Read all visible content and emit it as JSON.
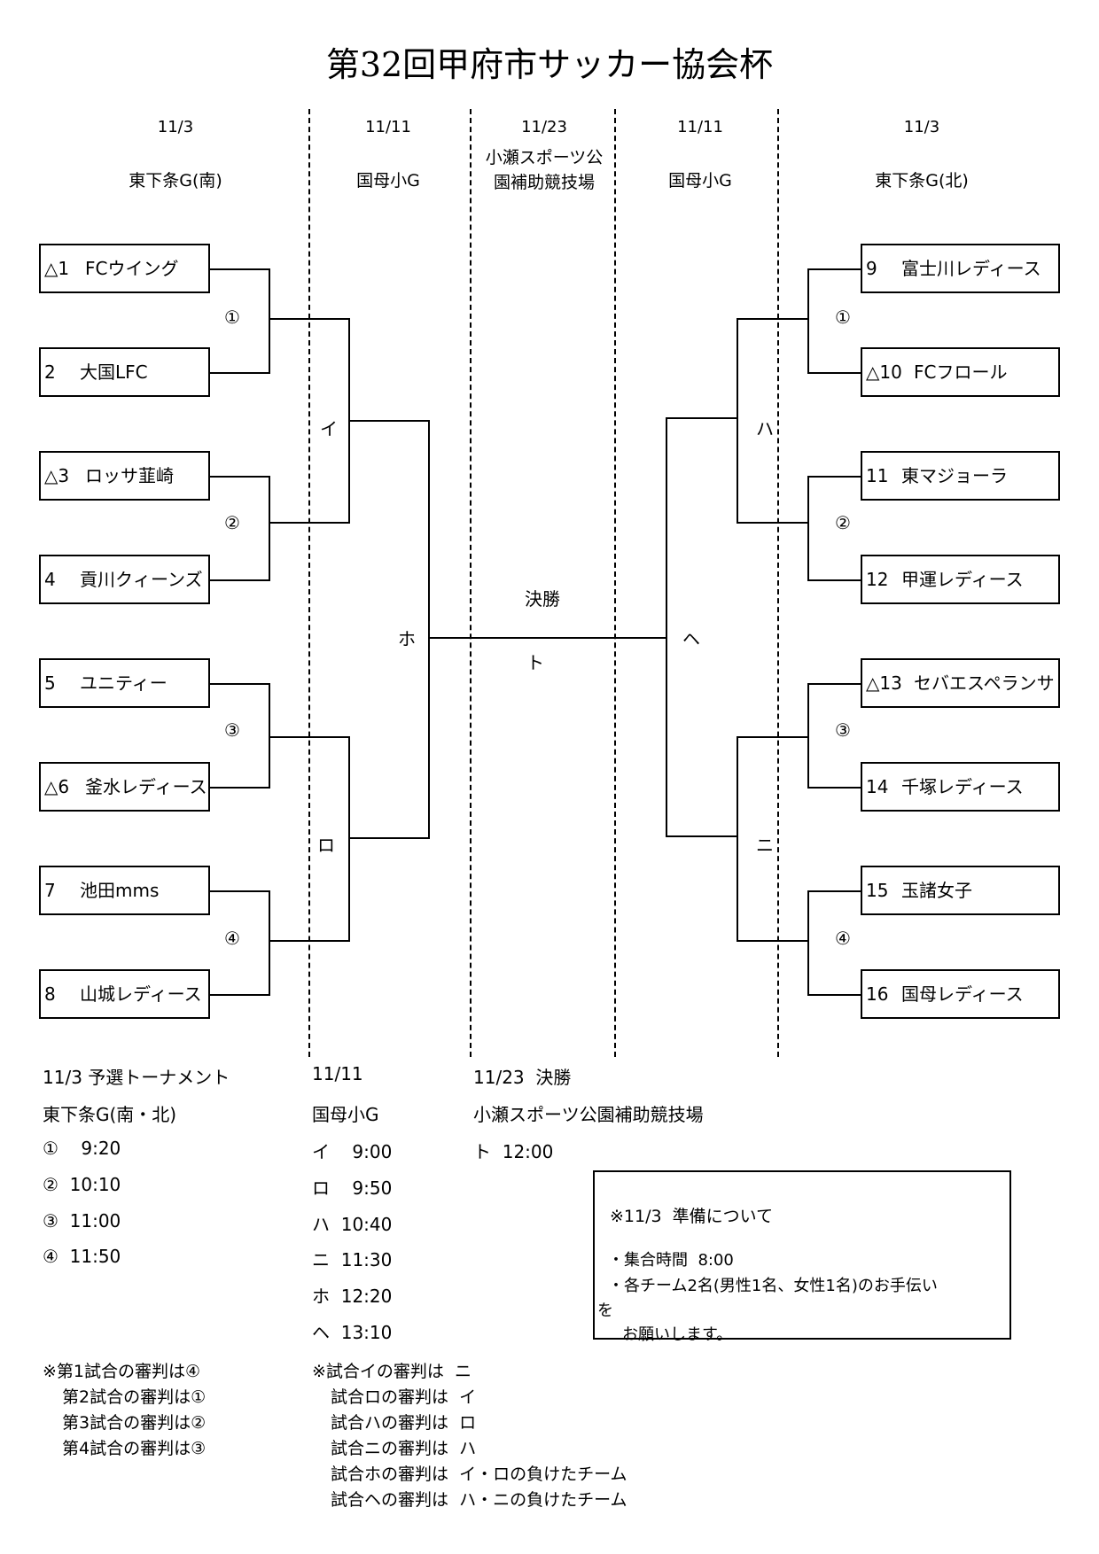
{
  "title": "第32回甲府市サッカー協会杯",
  "headers": {
    "d1": "11/3",
    "d2": "11/11",
    "d3": "11/23",
    "d4": "11/11",
    "d5": "11/3",
    "v1": "東下条G(南)",
    "v2": "国母小G",
    "v3a": "小瀬スポーツ公",
    "v3b": "園補助競技場",
    "v4": "国母小G",
    "v5": "東下条G(北)"
  },
  "left_teams": [
    {
      "seed": "△1",
      "name": "FCウイング"
    },
    {
      "seed": "2",
      "name": "大国LFC"
    },
    {
      "seed": "△3",
      "name": "ロッサ韮崎"
    },
    {
      "seed": "4",
      "name": "貢川クィーンズ"
    },
    {
      "seed": "5",
      "name": "ユニティー"
    },
    {
      "seed": "△6",
      "name": "釜水レディース"
    },
    {
      "seed": "7",
      "name": "池田mms"
    },
    {
      "seed": "8",
      "name": "山城レディース"
    }
  ],
  "right_teams": [
    {
      "seed": "9",
      "name": "富士川レディース"
    },
    {
      "seed": "△10",
      "name": "FCフロール"
    },
    {
      "seed": "11",
      "name": "東マジョーラ"
    },
    {
      "seed": "12",
      "name": "甲運レディース"
    },
    {
      "seed": "△13",
      "name": "セバエスペランサ"
    },
    {
      "seed": "14",
      "name": "千塚レディース"
    },
    {
      "seed": "15",
      "name": "玉諸女子"
    },
    {
      "seed": "16",
      "name": "国母レディース"
    }
  ],
  "match_labels": {
    "l1": "①",
    "l2": "②",
    "l3": "③",
    "l4": "④",
    "r1": "①",
    "r2": "②",
    "r3": "③",
    "r4": "④",
    "i": "イ",
    "ro": "ロ",
    "ha": "ハ",
    "ni": "ニ",
    "ho": "ホ",
    "he": "ヘ",
    "final": "決勝",
    "to": "ト"
  },
  "schedule": {
    "col1": {
      "header": "11/3  予選トーナメント",
      "venue": "東下条G(南・北)",
      "rows": [
        "①    9:20",
        "②  10:10",
        "③  11:00",
        "④  11:50"
      ]
    },
    "col2": {
      "header": "11/11",
      "venue": "国母小G",
      "rows": [
        "イ    9:00",
        "ロ    9:50",
        "ハ  10:40",
        "ニ  11:30",
        "ホ  12:20",
        "ヘ  13:10"
      ]
    },
    "col3": {
      "header": "11/23  決勝",
      "venue": "小瀬スポーツ公園補助競技場",
      "rows": [
        "ト  12:00"
      ]
    }
  },
  "notice": {
    "title": "※11/3  準備について",
    "line1": "・集合時間  8:00",
    "line2": "・各チーム2名(男性1名、女性1名)のお手伝い",
    "line3": "を",
    "line4": "お願いします。"
  },
  "referees_left": [
    "※第1試合の審判は④",
    "第2試合の審判は①",
    "第3試合の審判は②",
    "第4試合の審判は③"
  ],
  "referees_right": [
    "※試合イの審判は  ニ",
    "試合ロの審判は  イ",
    "試合ハの審判は  ロ",
    "試合ニの審判は  ハ",
    "試合ホの審判は  イ・ロの負けたチーム",
    "試合ヘの審判は  ハ・ニの負けたチーム"
  ]
}
